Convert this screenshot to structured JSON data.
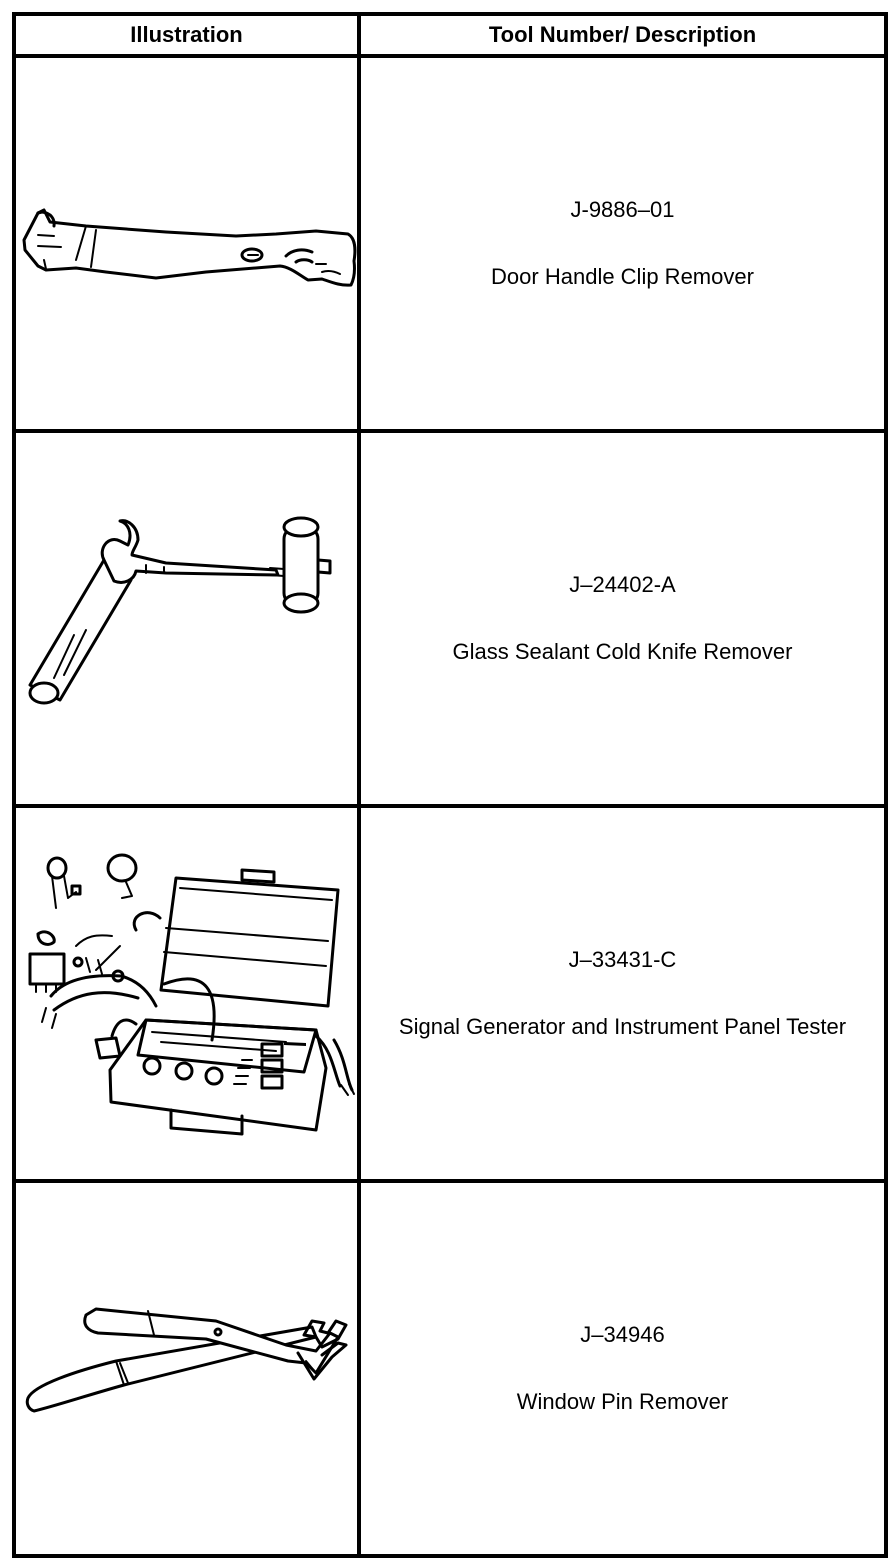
{
  "table": {
    "headers": {
      "illustration": "Illustration",
      "tool": "Tool Number/ Description"
    },
    "rows": [
      {
        "tool_number": "J-9886–01",
        "description": "Door Handle Clip Remover",
        "illustration_icon": "door-handle-clip-remover-icon"
      },
      {
        "tool_number": "J–24402-A",
        "description": "Glass Sealant Cold Knife Remover",
        "illustration_icon": "cold-knife-remover-icon"
      },
      {
        "tool_number": "J–33431-C",
        "description": "Signal Generator and Instrument Panel Tester",
        "illustration_icon": "signal-generator-case-icon"
      },
      {
        "tool_number": "J–34946",
        "description": "Window Pin Remover",
        "illustration_icon": "window-pin-remover-icon"
      }
    ]
  }
}
